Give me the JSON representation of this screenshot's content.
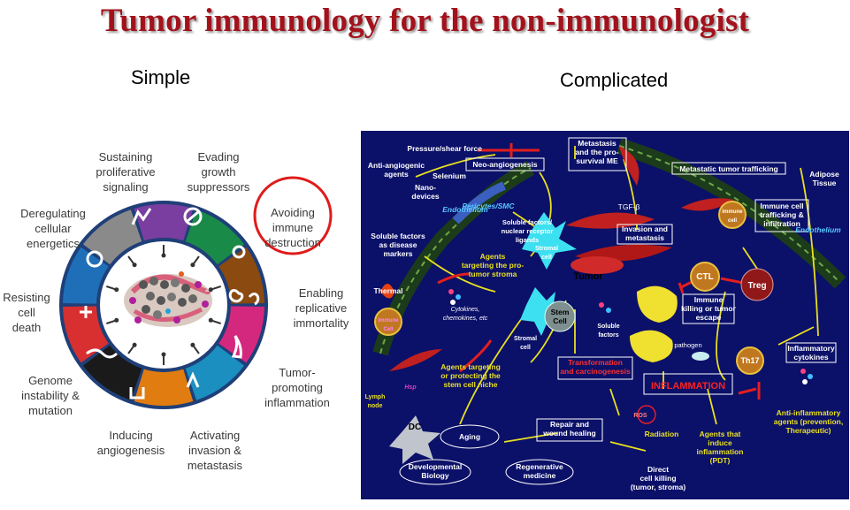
{
  "slide": {
    "title": "Tumor immunology for the non-immunologist",
    "left_heading": "Simple",
    "right_heading": "Complicated"
  },
  "hallmarks": {
    "sustaining": [
      "Sustaining",
      "proliferative",
      "signaling"
    ],
    "evading": [
      "Evading",
      "growth",
      "suppressors"
    ],
    "avoiding": [
      "Avoiding",
      "immune",
      "destruction"
    ],
    "enabling": [
      "Enabling",
      "replicative",
      "immortality"
    ],
    "promoting": [
      "Tumor-",
      "promoting",
      "inflammation"
    ],
    "activating": [
      "Activating",
      "invasion &",
      "metastasis"
    ],
    "inducing": [
      "Inducing",
      "angiogenesis"
    ],
    "genome": [
      "Genome",
      "instability &",
      "mutation"
    ],
    "resisting": [
      "Resisting",
      "cell",
      "death"
    ],
    "deregulating": [
      "Deregulating",
      "cellular",
      "energetics"
    ],
    "segment_colors": [
      "#1a8a48",
      "#8a4a10",
      "#d4287e",
      "#1a8fc0",
      "#e07c10",
      "#1a1a1a",
      "#d83030",
      "#1e6fb8",
      "#8a8a8a",
      "#7a3ea0"
    ]
  },
  "network": {
    "pressure": "Pressure/shear force",
    "metastasis": [
      "Metastasis",
      "and the pro-",
      "survival ME"
    ],
    "trafficking": "Metastatic tumor trafficking",
    "adipose": [
      "Adipose",
      "Tissue"
    ],
    "antiangio": [
      "Anti-angiogenic",
      "agents"
    ],
    "neo": "Neo-angiogenesis",
    "selenium": "Selenium",
    "nano": [
      "Nano-",
      "devices"
    ],
    "endothelium": "Endothelium",
    "pericytes": "Pericytes/SMC",
    "soluble_nuclear": [
      "Soluble factors/",
      "nuclear receptor",
      "ligands"
    ],
    "tgf": "TGF-β",
    "invasion": [
      "Invasion and",
      "metastasis"
    ],
    "immune_traffic": [
      "Immune cell",
      "trafficking &",
      "infiltration"
    ],
    "endothelium2": "Endothelium",
    "soluble_disease": [
      "Soluble factors",
      "as disease",
      "markers"
    ],
    "agents_pro": [
      "Agents",
      "targeting the pro-",
      "tumor stroma"
    ],
    "stromal_cell_small": [
      "Stromal",
      "cell"
    ],
    "tumor": "Tumor",
    "immune_cell": [
      "Immune",
      "cell"
    ],
    "ctl": "CTL",
    "treg": "Treg",
    "thermal": "Thermal",
    "cytokines": [
      "Cytokines,",
      "chemokines, etc"
    ],
    "stem_cell": [
      "Stem",
      "Cell"
    ],
    "stromal_cell": [
      "Stromal",
      "cell"
    ],
    "soluble_factors": [
      "Soluble",
      "factors"
    ],
    "immune_killing": [
      "Immune",
      "killing or tumor",
      "escape"
    ],
    "immune_cell_left": [
      "Immune",
      "Cell"
    ],
    "pathogen": "pathogen",
    "th17": "Th17",
    "inflammatory": [
      "Inflammatory",
      "cytokines"
    ],
    "agents_stem": [
      "Agents targeting",
      "or protecting the",
      "stem cell niche"
    ],
    "transformation": [
      "Transformation",
      "and carcinogenesis"
    ],
    "inflammation": "INFLAMMATION",
    "hsp": "Hsp",
    "lymph": [
      "Lymph",
      "node"
    ],
    "dc": "DC",
    "aging": "Aging",
    "ros": "ROS",
    "repair": [
      "Repair and",
      "wound healing"
    ],
    "radiation": "Radiation",
    "agents_induce": [
      "Agents that",
      "induce",
      "inflammation",
      "(PDT)"
    ],
    "anti_inflam": [
      "Anti-inflammatory",
      "agents (prevention,",
      "Therapeutic)"
    ],
    "developmental": [
      "Developmental",
      "Biology"
    ],
    "regenerative": [
      "Regenerative",
      "medicine"
    ],
    "direct": [
      "Direct",
      "cell killing",
      "(tumor, stroma)"
    ]
  }
}
